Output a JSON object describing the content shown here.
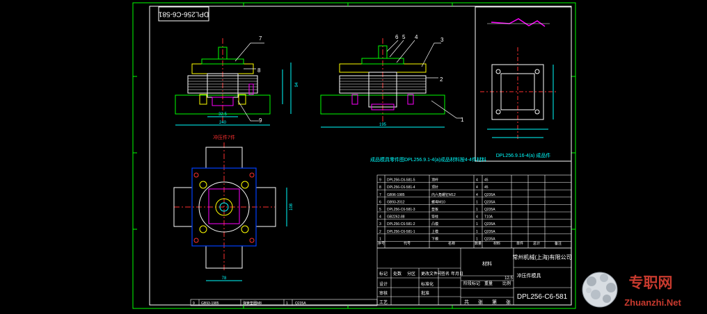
{
  "drawing": {
    "title_stamp": "DPL256-C6-581",
    "drawing_number": "DPL256-C6-581",
    "company": "常州机械(上海)有限公司",
    "part_name": "冲压件模具",
    "scale": "12.5",
    "note": "成品模具零件图DPL256.9.1-4(a)成品材料按4-4件材料",
    "detail_caption": "DPL256.9.16-4(a) 成品件",
    "view_label": "冲压件7件"
  },
  "dimensions": {
    "front_height": "94",
    "front_width": "240",
    "front_inner": "32.5",
    "side_width": "195",
    "top_width": "78",
    "top_height": "108"
  },
  "balloons": [
    "7",
    "8",
    "9",
    "6",
    "5",
    "4",
    "3",
    "2",
    "1"
  ],
  "bom": {
    "headers": [
      "序号",
      "代号",
      "名称",
      "数量",
      "材料",
      "单件",
      "总计",
      "备注"
    ],
    "rows": [
      [
        "9",
        "DPL256-C6-581-5",
        "顶杆",
        "4",
        "45"
      ],
      [
        "8",
        "DPL256-C6-581-4",
        "顶针",
        "4",
        "45"
      ],
      [
        "7",
        "GB96-1985",
        "内六角螺钉M12",
        "4",
        "Q235A"
      ],
      [
        "6",
        "GB93-2012",
        "螺母M10",
        "1",
        "Q235A"
      ],
      [
        "5",
        "DPL256-C6-581-3",
        "垫板",
        "1",
        "Q235A"
      ],
      [
        "4",
        "GB2262-88",
        "导柱",
        "4",
        "T10A"
      ],
      [
        "3",
        "DPL256-C6-581-2",
        "凸模",
        "1",
        "Q235A"
      ],
      [
        "2",
        "DPL256-C6-581-1",
        "上模",
        "1",
        "Q235A"
      ],
      [
        "1",
        "",
        "下模",
        "1",
        "Q235A"
      ]
    ],
    "extra_row": [
      "9",
      "GB93-1985",
      "弹簧垫圈M8",
      "1",
      "Q235A"
    ]
  },
  "title_block": {
    "change_labels": [
      "标记",
      "处数",
      "分区",
      "更改文件号",
      "签名",
      "年月日"
    ],
    "role_labels": [
      "设计",
      "审核",
      "工艺"
    ],
    "std_labels": [
      "标准化",
      "批准"
    ],
    "stage_labels": [
      "阶段标记",
      "重量",
      "比例"
    ],
    "sheet_labels": [
      "共",
      "张",
      "第",
      "张"
    ],
    "material": "材料"
  },
  "watermark": {
    "brand": "专职网",
    "url": "Zhuanzhi.Net"
  },
  "colors": {
    "background": "#000000",
    "frame": "#00ff00",
    "outline": "#ffffff",
    "centerline": "#ff3030",
    "dimension": "#00ffff",
    "hatch": "#ff00ff",
    "accent_yellow": "#ffff00",
    "text_white": "#ffffff"
  }
}
